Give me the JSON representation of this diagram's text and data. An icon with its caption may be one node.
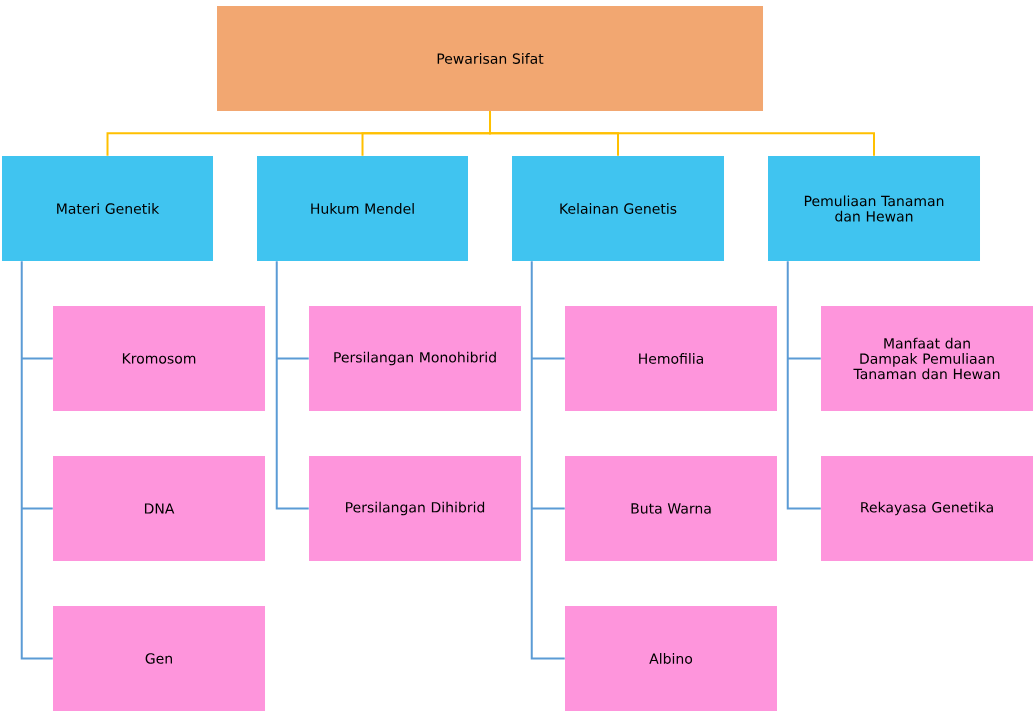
{
  "diagram": {
    "nodes": [
      {
        "text": [
          "Pewarisan Sifat"
        ]
      },
      {
        "text": [
          "Materi Genetik"
        ]
      },
      {
        "text": [
          "Kromosom"
        ]
      },
      {
        "text": [
          "DNA"
        ]
      },
      {
        "text": [
          "Gen"
        ]
      },
      {
        "text": [
          "Hukum Mendel"
        ]
      },
      {
        "text": [
          "Persilangan Monohibrid"
        ]
      },
      {
        "text": [
          "Persilangan Dihibrid"
        ]
      },
      {
        "text": [
          "Kelainan Genetis"
        ]
      },
      {
        "text": [
          "Hemofilia"
        ]
      },
      {
        "text": [
          "Buta Warna"
        ]
      },
      {
        "text": [
          "Albino"
        ]
      },
      {
        "text": [
          "Pemuliaan Tanaman dan Hewan"
        ]
      },
      {
        "text": [
          "Manfaat dan Dampak Pemuliaan Tanaman dan Hewan"
        ]
      },
      {
        "text": [
          "Rekayasa Genetika"
        ]
      }
    ],
    "edges": [
      {
        "from": 0,
        "to": 1,
        "arrow": "none",
        "color": "#ffc000"
      },
      {
        "from": 0,
        "to": 5,
        "arrow": "none",
        "color": "#ffc000"
      },
      {
        "from": 0,
        "to": 8,
        "arrow": "none",
        "color": "#ffc000"
      },
      {
        "from": 0,
        "to": 12,
        "arrow": "none",
        "color": "#ffc000"
      },
      {
        "from": 1,
        "to": 2,
        "arrow": "none"
      },
      {
        "from": 1,
        "to": 3,
        "arrow": "none"
      },
      {
        "from": 1,
        "to": 4,
        "arrow": "none"
      },
      {
        "from": 5,
        "to": 6,
        "arrow": "none"
      },
      {
        "from": 5,
        "to": 7,
        "arrow": "none"
      },
      {
        "from": 8,
        "to": 9,
        "arrow": "none"
      },
      {
        "from": 8,
        "to": 10,
        "arrow": "none"
      },
      {
        "from": 8,
        "to": 11,
        "arrow": "none"
      },
      {
        "from": 12,
        "to": 13,
        "arrow": "none"
      },
      {
        "from": 12,
        "to": 14,
        "arrow": "none"
      }
    ]
  }
}
